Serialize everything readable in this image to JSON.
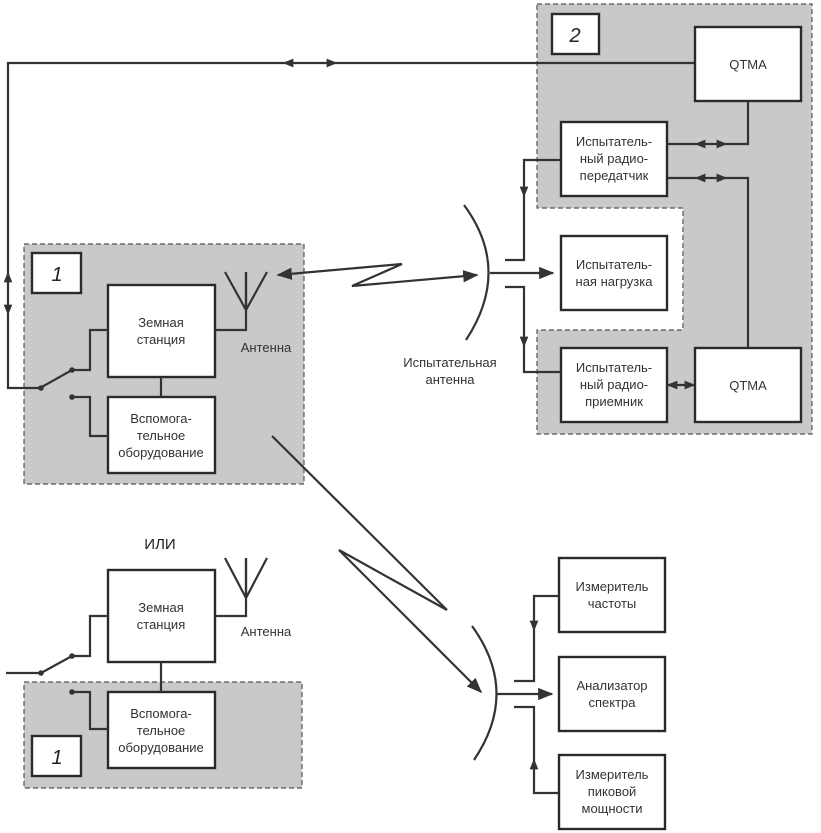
{
  "diagram": {
    "zones": {
      "zone1_top_label": "1",
      "zone2_label": "2",
      "zone1_bottom_label": "1"
    },
    "blocks": {
      "qtma_top": "QTMA",
      "test_transmitter": [
        "Испытатель-",
        "ный радио-",
        "передатчик"
      ],
      "test_load": [
        "Испытатель-",
        "ная нагрузка"
      ],
      "test_receiver": [
        "Испытатель-",
        "ный радио-",
        "приемник"
      ],
      "qtma_bottom": "QTMA",
      "earth_station_top": [
        "Земная",
        "станция"
      ],
      "aux_equipment_top": [
        "Вспомога-",
        "тельное",
        "оборудование"
      ],
      "earth_station_bottom": [
        "Земная",
        "станция"
      ],
      "aux_equipment_bottom": [
        "Вспомога-",
        "тельное",
        "оборудование"
      ],
      "frequency_meter": [
        "Измеритель",
        "частоты"
      ],
      "spectrum_analyzer": [
        "Анализатор",
        "спектра"
      ],
      "peak_power_meter": [
        "Измеритель",
        "пиковой",
        "мощности"
      ]
    },
    "labels": {
      "antenna_top": "Антенна",
      "antenna_bottom": "Антенна",
      "test_antenna": [
        "Испытательная",
        "антенна"
      ],
      "or": "ИЛИ"
    }
  }
}
